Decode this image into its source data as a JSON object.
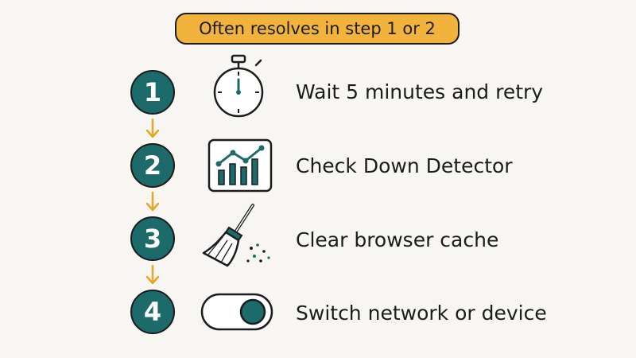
{
  "banner": {
    "text": "Often resolves in step 1 or 2"
  },
  "steps": [
    {
      "number": "1",
      "label": "Wait 5 minutes and retry",
      "icon": "stopwatch-icon"
    },
    {
      "number": "2",
      "label": "Check Down Detector",
      "icon": "chart-icon"
    },
    {
      "number": "3",
      "label": "Clear browser cache",
      "icon": "broom-icon"
    },
    {
      "number": "4",
      "label": "Switch network or device",
      "icon": "toggle-icon"
    }
  ],
  "colors": {
    "teal": "#1d6a6a",
    "banner": "#f1b33b",
    "arrow": "#e6a52a",
    "ink": "#1c1c1c",
    "background": "#f7f6f3"
  }
}
